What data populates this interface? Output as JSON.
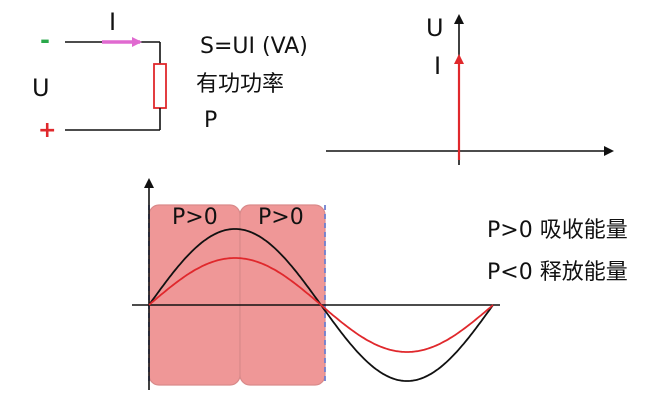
{
  "circuit": {
    "current_label": "I",
    "voltage_label": "U",
    "minus_sign": "-",
    "plus_sign": "+"
  },
  "formula": {
    "apparent_power": "S=UI (VA)",
    "active_power_cn": "有功功率",
    "power_symbol": "P"
  },
  "phasor": {
    "u_label": "U",
    "i_label": "I"
  },
  "waveform": {
    "region_1_label": "P>0",
    "region_2_label": "P>0"
  },
  "notes": {
    "absorb": "P>0 吸收能量",
    "release": "P<0 释放能量"
  },
  "colors": {
    "red": "#e0282c",
    "pink_arrow": "#e06ad0",
    "region_fill": "#ef9797",
    "region_stroke": "#d98a8a",
    "blue_dash": "#6f7fd0",
    "black": "#111111"
  }
}
